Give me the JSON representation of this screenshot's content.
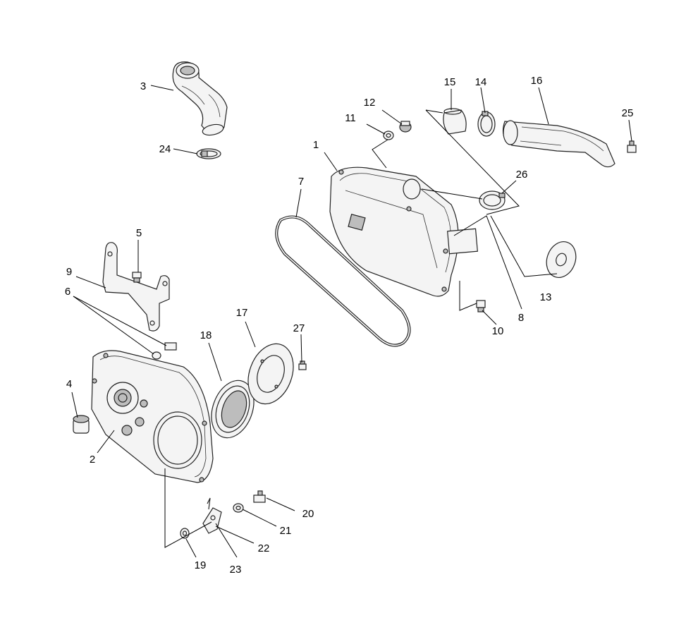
{
  "diagram": {
    "callouts": {
      "n1": "1",
      "n2": "2",
      "n3": "3",
      "n4": "4",
      "n5": "5",
      "n6": "6",
      "n7": "7",
      "n8": "8",
      "n9": "9",
      "n10": "10",
      "n11": "11",
      "n12": "12",
      "n13": "13",
      "n14": "14",
      "n15": "15",
      "n16": "16",
      "n17": "17",
      "n18": "18",
      "n19": "19",
      "n20": "20",
      "n21": "21",
      "n22": "22",
      "n23": "23",
      "n24": "24",
      "n25": "25",
      "n26": "26",
      "n27": "27"
    }
  }
}
